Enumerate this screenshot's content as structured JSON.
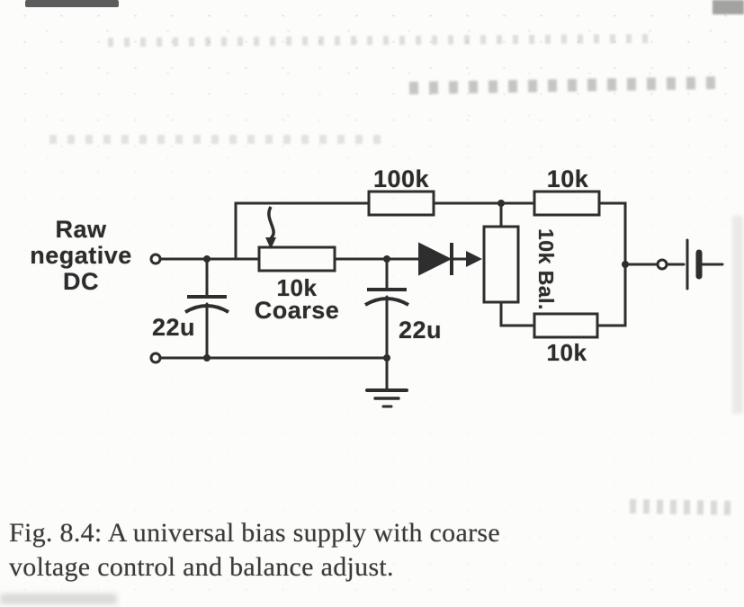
{
  "page": {
    "paper_color": "#fcfcfa",
    "ink_color": "#2e2e2e"
  },
  "caption": {
    "line1": "Fig. 8.4: A universal bias supply with coarse",
    "line2": "voltage control and balance adjust."
  },
  "circuit": {
    "input_label": "Raw\nnegative\nDC",
    "top_resistor": "100k",
    "top_right_resistor": "10k",
    "bottom_right_resistor": "10k",
    "coarse_pot_value": "10k",
    "coarse_pot_name": "Coarse",
    "balance_pot_label": "10k Bal.",
    "left_capacitor": "22u",
    "right_capacitor": "22u",
    "symbols": {
      "input_terminals": "open-circle-terminal",
      "coarse_wiper": "down-arrow-wiper",
      "balance_wiper": "right-arrow-wiper",
      "diode": "diode-symbol",
      "ground": "earth-ground-symbol",
      "output": "cell-symbol"
    }
  }
}
